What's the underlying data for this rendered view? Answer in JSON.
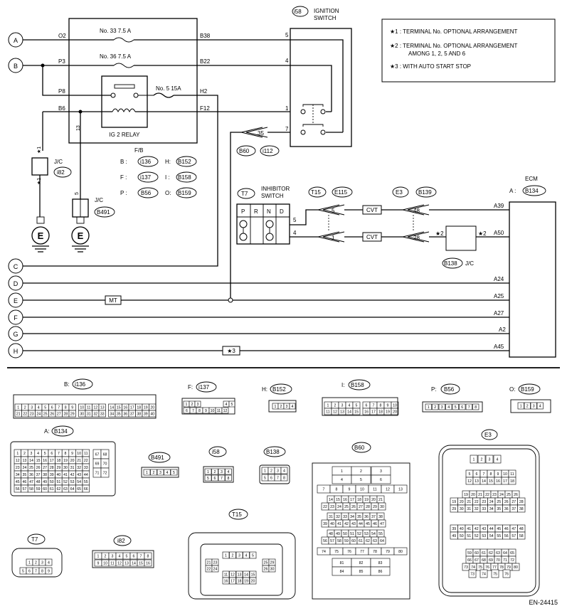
{
  "notes": [
    "★1  : TERMINAL No. OPTIONAL ARRANGEMENT",
    "★2  : TERMINAL No. OPTIONAL ARRANGEMENT",
    "AMONG 1, 2, 5 AND 6",
    "★3  : WITH AUTO START STOP"
  ],
  "terminals_left": [
    "A",
    "B",
    "C",
    "D",
    "E",
    "F",
    "G",
    "H"
  ],
  "relay": {
    "name": "IG 2 RELAY",
    "fuse1": "No. 33 7.5 A",
    "fuse2": "No. 36 7.5 A",
    "fuse3": "No. 5  15A",
    "pins_left": [
      "O2",
      "P3",
      "P8",
      "B6"
    ],
    "pins_right": [
      "B38",
      "B22",
      "H2",
      "F12"
    ]
  },
  "fb": {
    "title": "F/B",
    "map": [
      {
        "k": "B :",
        "v": "i136"
      },
      {
        "k": "H:",
        "v": "B152"
      },
      {
        "k": "F :",
        "v": "i137"
      },
      {
        "k": "I :",
        "v": "B158"
      },
      {
        "k": "P :",
        "v": "B56"
      },
      {
        "k": "O:",
        "v": "B159"
      }
    ]
  },
  "ignition": {
    "conn": "i58",
    "title1": "IGNITION",
    "title2": "SWITCH",
    "pins": [
      "5",
      "4",
      "1",
      "7"
    ]
  },
  "b60": {
    "pin": "35",
    "c1": "B60",
    "c2": "i112"
  },
  "jc1": {
    "name": "J/C",
    "conn": "i82",
    "star_top": "★1",
    "star_bot": "★1",
    "pin": "13"
  },
  "jc2": {
    "name": "J/C",
    "conn": "B491",
    "pin": "5"
  },
  "ground_label": "E",
  "inhibitor": {
    "conn": "T7",
    "title1": "INHIBITOR",
    "title2": "SWITCH",
    "cols": [
      "P",
      "R",
      "N",
      "D"
    ],
    "pin5": "5",
    "pin4": "4"
  },
  "t15": {
    "c1": "T15",
    "c2": "E115",
    "p1": "5",
    "p2": "1"
  },
  "e3": {
    "c1": "E3",
    "c2": "B139",
    "p1": "48",
    "p2": "28"
  },
  "cvt": "CVT",
  "b138": {
    "conn": "B138",
    "name": "J/C",
    "star_l": "★2",
    "star_r": "★2"
  },
  "ecm": {
    "title": "ECM",
    "conn_prefix": "A :",
    "conn": "B134",
    "pins": [
      "A39",
      "A50",
      "A24",
      "A25",
      "A27",
      "A2",
      "A45"
    ]
  },
  "mt": "MT",
  "star3": "★3",
  "connectors": {
    "i136": {
      "prefix": "B:",
      "name": "i136"
    },
    "i137": {
      "prefix": "F:",
      "name": "i137"
    },
    "B152": {
      "prefix": "H:",
      "name": "B152"
    },
    "B158": {
      "prefix": "I:",
      "name": "B158"
    },
    "B56": {
      "prefix": "P:",
      "name": "B56"
    },
    "B159": {
      "prefix": "O:",
      "name": "B159"
    },
    "B134": {
      "prefix": "A:",
      "name": "B134"
    },
    "B491": {
      "name": "B491"
    },
    "i58": {
      "name": "i58"
    },
    "B138": {
      "name": "B138"
    },
    "B60": {
      "name": "B60"
    },
    "E3": {
      "name": "E3"
    },
    "T7": {
      "name": "T7"
    },
    "i82": {
      "name": "i82"
    },
    "T15": {
      "name": "T15"
    }
  },
  "doc_code": "EN-24415"
}
